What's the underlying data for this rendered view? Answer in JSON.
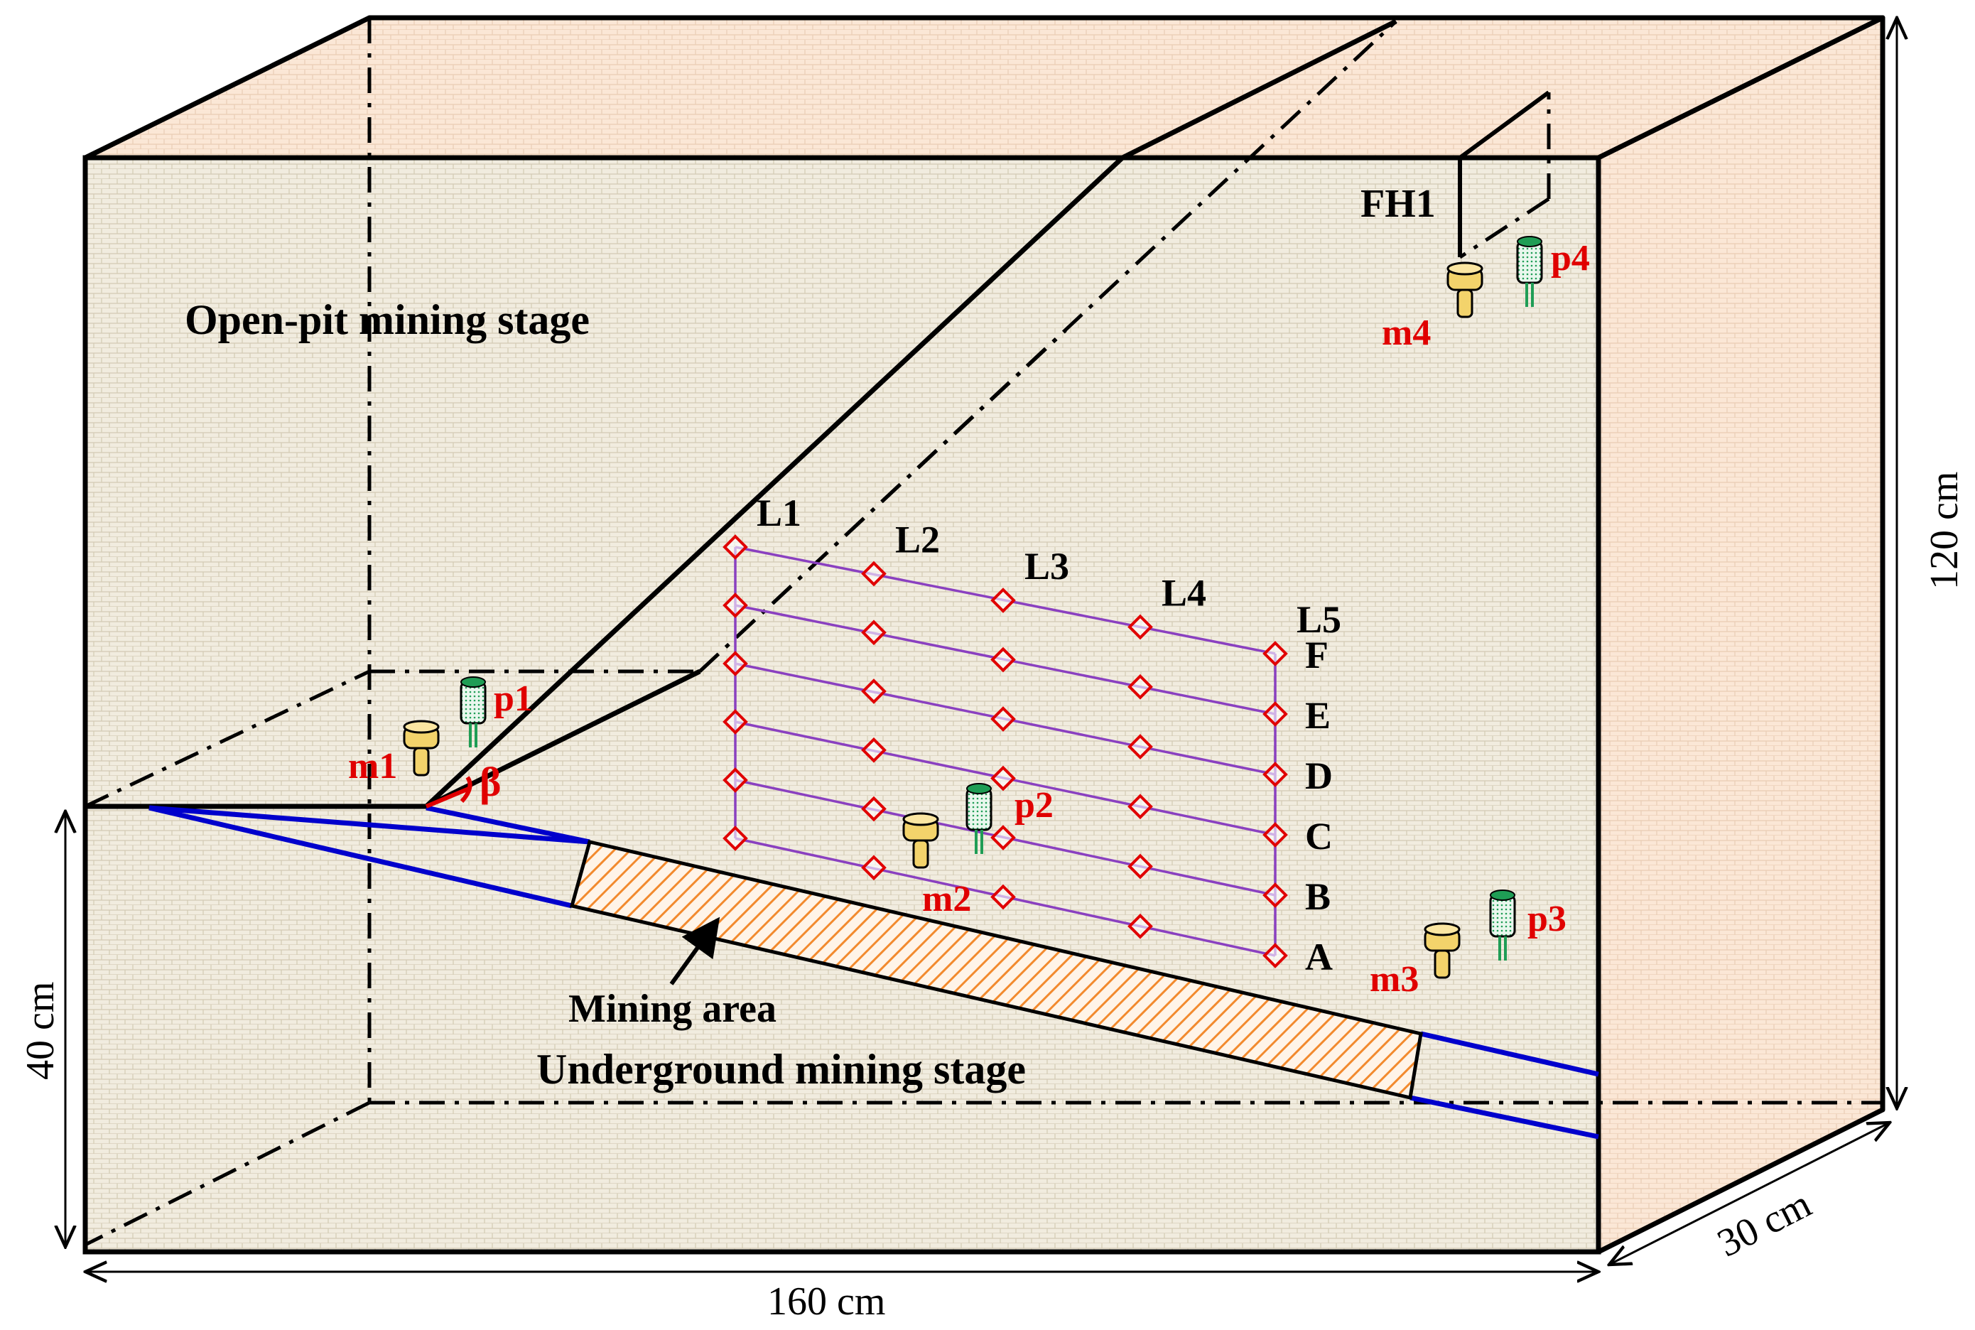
{
  "labels": {
    "open_pit_stage": "Open-pit mining stage",
    "underground_stage": "Underground mining stage",
    "mining_area": "Mining area",
    "fh1": "FH1",
    "beta": "β"
  },
  "dimensions": {
    "width": "160 cm",
    "height": "120 cm",
    "depth": "30 cm",
    "left_height": "40 cm"
  },
  "survey_lines": [
    "L1",
    "L2",
    "L3",
    "L4",
    "L5"
  ],
  "survey_rows": [
    "F",
    "E",
    "D",
    "C",
    "B",
    "A"
  ],
  "displacement_sensors": [
    "m1",
    "m2",
    "m3",
    "m4"
  ],
  "pressure_sensors": [
    "p1",
    "p2",
    "p3",
    "p4"
  ],
  "colors": {
    "face_fill": "#f1ecdf",
    "side_fill": "#fbe7d6",
    "coal_seam": "#0000cc",
    "mining_area_hatch": "#f28a2e",
    "grid": "#8a40c0",
    "marker": "#e00000",
    "sensor_label": "#e00000",
    "m_sensor": "#f3d36b",
    "p_sensor": "#1f9d55"
  }
}
